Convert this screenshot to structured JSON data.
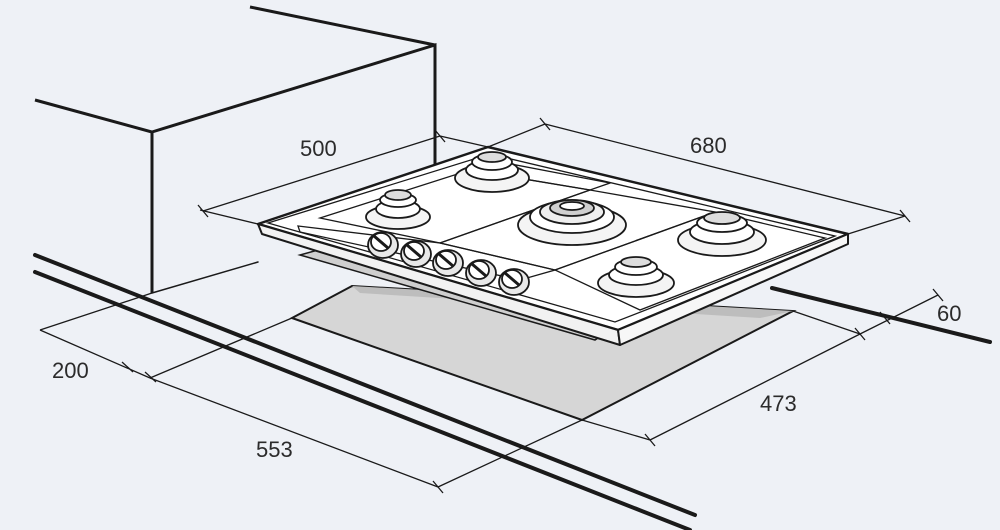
{
  "diagram": {
    "kind": "installation-dimension-drawing",
    "subject": "built-in gas hob with 5 burners and 5 control knobs",
    "dimensions": {
      "hob_width": "680",
      "hob_depth": "500",
      "cutout_width": "553",
      "cutout_depth": "473",
      "wall_clearance": "200",
      "front_clearance": "60"
    },
    "colors": {
      "background": "#eef1f6",
      "line": "#1a1a1a",
      "cutout_fill": "#d6d6d6",
      "hob_fill": "#ffffff"
    }
  }
}
